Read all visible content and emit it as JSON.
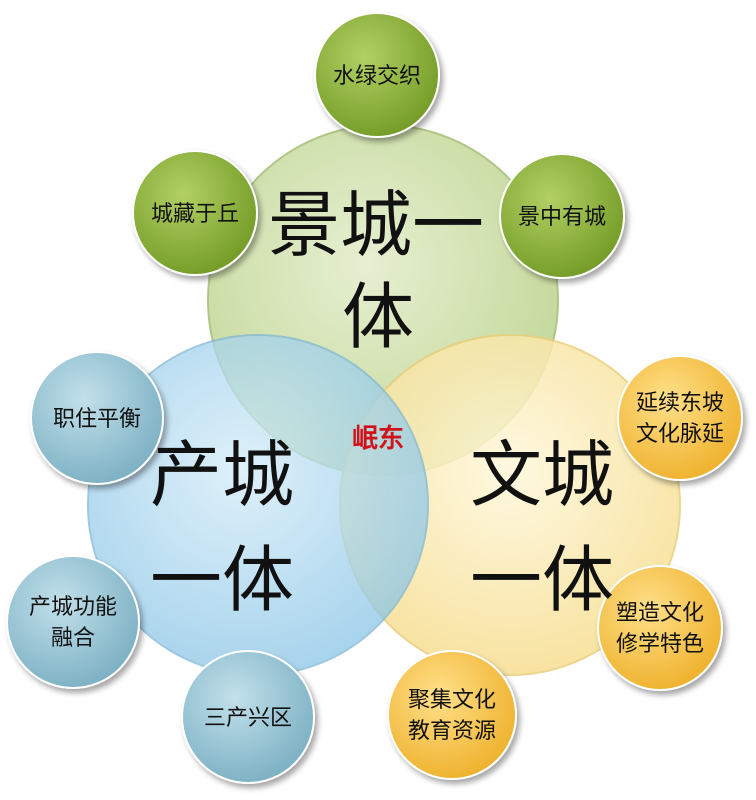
{
  "center_label": "岷东",
  "main_circles": {
    "top": {
      "line1": "景城一",
      "line2": "体"
    },
    "left": {
      "line1": "产城",
      "line2": "一体"
    },
    "right": {
      "line1": "文城",
      "line2": "一体"
    }
  },
  "green_nodes": [
    {
      "line1": "水绿交织"
    },
    {
      "line1": "城藏于丘"
    },
    {
      "line1": "景中有城"
    }
  ],
  "blue_nodes": [
    {
      "line1": "职住平衡"
    },
    {
      "line1": "产城功能",
      "line2": "融合"
    },
    {
      "line1": "三产兴区"
    }
  ],
  "yellow_nodes": [
    {
      "line1": "延续东坡",
      "line2": "文化脉延"
    },
    {
      "line1": "塑造文化",
      "line2": "修学特色"
    },
    {
      "line1": "聚集文化",
      "line2": "教育资源"
    }
  ],
  "colors": {
    "green_main": "#c8dba0",
    "blue_main": "#8fc8e8",
    "yellow_main": "#fbe9a8",
    "green_node": "#8db33a",
    "blue_node": "#8fc0d0",
    "yellow_node": "#f7c242",
    "center_text": "#d0121b"
  }
}
